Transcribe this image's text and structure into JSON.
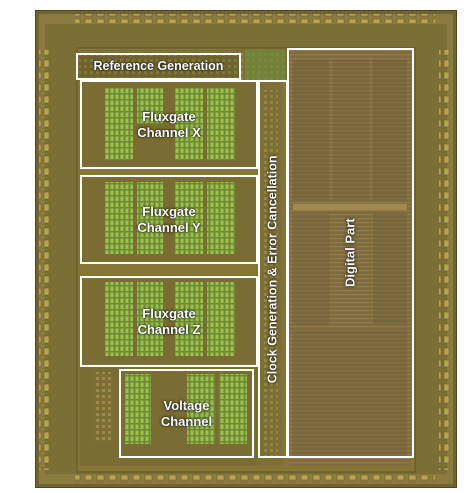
{
  "image": {
    "colors": {
      "die_base": "#8a7b3e",
      "die_dark": "#4a4a22",
      "circuit_green": "#86a83e",
      "pad_gold": "#b39d4a",
      "label": "#ffffff"
    }
  },
  "blocks": {
    "reference": "Reference Generation",
    "channel_x": "Fluxgate\nChannel X",
    "channel_y": "Fluxgate\nChannel Y",
    "channel_z": "Fluxgate\nChannel Z",
    "voltage": "Voltage\nChannel",
    "clock": "Clock Generation & Error Cancellation",
    "digital": "Digital Part"
  }
}
